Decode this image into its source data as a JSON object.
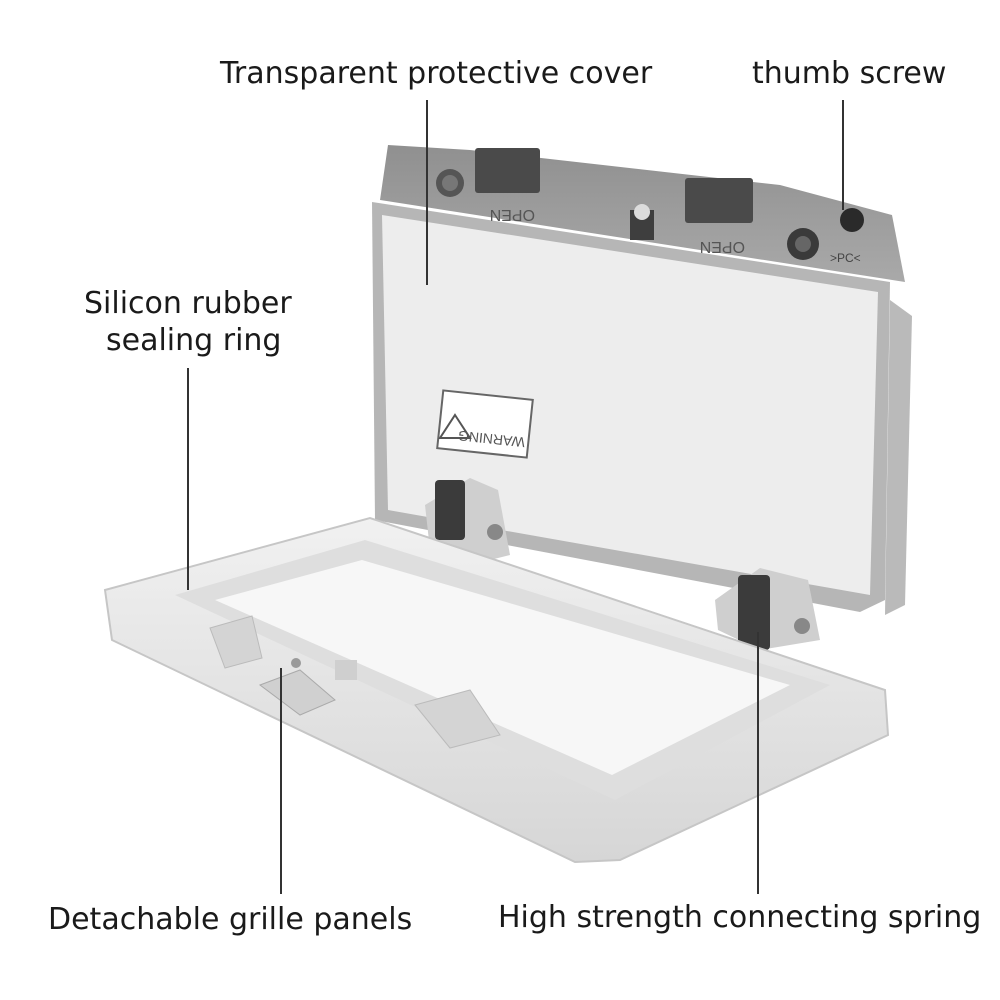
{
  "labels": {
    "cover": "Transparent protective cover",
    "thumb_screw": "thumb screw",
    "sealing_ring_line1": "Silicon rubber",
    "sealing_ring_line2": "sealing ring",
    "grille": "Detachable grille panels",
    "spring": "High strength connecting spring"
  },
  "product_text": {
    "open_left": "OPEN",
    "open_right": "OPEN",
    "warning": "WARNING",
    "pc_mark": ">PC<"
  },
  "colors": {
    "housing": "#e9e9e9",
    "cover_tint": "#6f6f6f",
    "hinge": "#3b3b3b",
    "text": "#1a1a1a"
  }
}
